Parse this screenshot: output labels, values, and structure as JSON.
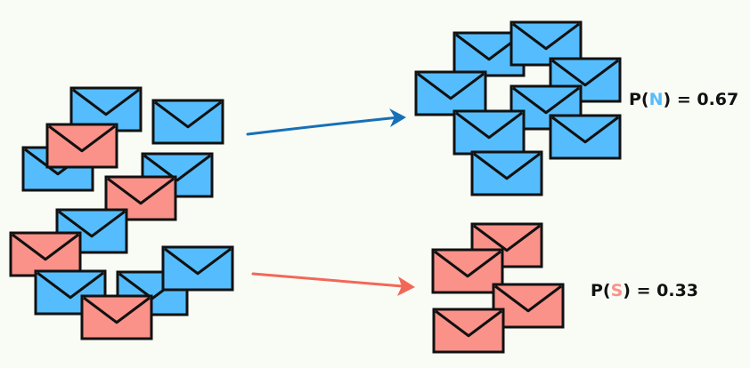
{
  "colors": {
    "normal": "#55bdfd",
    "spam": "#fa9289",
    "stroke": "#111111",
    "arrow_normal": "#1670b8",
    "arrow_spam": "#f26858",
    "normal_letter": "#55bdfd",
    "spam_letter": "#fa9289"
  },
  "icons": [
    "envelope-icon",
    "arrow-right-icon"
  ],
  "labels": {
    "normal": {
      "prefix": "P(",
      "letter": "N",
      "suffix": ") = 0.67"
    },
    "spam": {
      "prefix": "P(",
      "letter": "S",
      "suffix": ") = 0.33"
    }
  }
}
